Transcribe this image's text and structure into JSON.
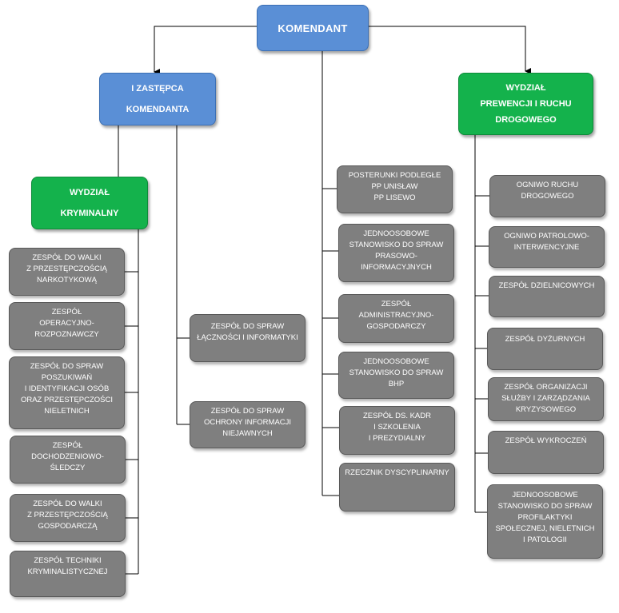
{
  "top": {
    "title": "KOMENDANT"
  },
  "deputy": {
    "line1": "I ZASTĘPCA",
    "line2": "KOMENDANTA"
  },
  "prevention": {
    "line1": "WYDZIAŁ",
    "line2": "PREWENCJI I RUCHU",
    "line3": "DROGOWEGO"
  },
  "criminal": {
    "line1": "WYDZIAŁ",
    "line2": "KRYMINALNY"
  },
  "criminal_units": [
    [
      "ZESPÓŁ DO WALKI",
      "Z PRZESTĘPCZOŚCIĄ",
      "NARKOTYKOWĄ"
    ],
    [
      "ZESPÓŁ",
      "OPERACYJNO-",
      "ROZPOZNAWCZY"
    ],
    [
      "ZESPÓŁ DO SPRAW",
      "POSZUKIWAŃ",
      "I IDENTYFIKACJI OSÓB",
      "ORAZ  PRZESTĘPCZOŚCI",
      "NIELETNICH"
    ],
    [
      "ZESPÓŁ",
      "DOCHODZENIOWO-",
      "ŚLEDCZY"
    ],
    [
      "ZESPÓŁ DO WALKI",
      "Z PRZESTĘPCZOŚCIĄ",
      "GOSPODARCZĄ"
    ],
    [
      "ZESPÓŁ TECHNIKI",
      "KRYMINALISTYCZNEJ"
    ]
  ],
  "deputy_units": [
    [
      "ZESPÓŁ DO SPRAW",
      "ŁĄCZNOŚCI I INFORMATYKI"
    ],
    [
      "ZESPÓŁ DO SPRAW",
      "OCHRONY INFORMACJI",
      "NIEJAWNYCH"
    ]
  ],
  "commander_units": [
    [
      "POSTERUNKI PODLEGŁE",
      "PP UNISŁAW",
      "PP LISEWO"
    ],
    [
      "JEDNOOSOBOWE",
      "STANOWISKO DO SPRAW",
      "PRASOWO-",
      "INFORMACYJNYCH"
    ],
    [
      "ZESPÓŁ",
      "ADMINISTRACYJNO-",
      "GOSPODARCZY"
    ],
    [
      "JEDNOOSOBOWE",
      "STANOWISKO DO SPRAW",
      "BHP"
    ],
    [
      "ZESPÓŁ DS. KADR",
      "I SZKOLENIA",
      "I PREZYDIALNY"
    ],
    [
      "RZECZNIK DYSCYPLINARNY"
    ]
  ],
  "prevention_units": [
    [
      "OGNIWO RUCHU",
      "DROGOWEGO"
    ],
    [
      "OGNIWO PATROLOWO-",
      "INTERWENCYJNE"
    ],
    [
      "ZESPÓŁ DZIELNICOWYCH"
    ],
    [
      "ZESPÓŁ DYŻURNYCH"
    ],
    [
      "ZESPÓŁ ORGANIZACJI",
      "SŁUŻBY I ZARZĄDZANIA",
      "KRYZYSOWEGO"
    ],
    [
      "ZESPÓŁ WYKROCZEŃ"
    ],
    [
      "JEDNOOSOBOWE",
      "STANOWISKO DO SPRAW",
      "PROFILAKTYKI",
      "SPOŁECZNEJ, NIELETNICH",
      "I PATOLOGII"
    ]
  ],
  "colors": {
    "blue_box": "#5a8fd6",
    "green_box": "#14b24c",
    "gray_box": "#7f7f7f",
    "connector": "#000000"
  }
}
